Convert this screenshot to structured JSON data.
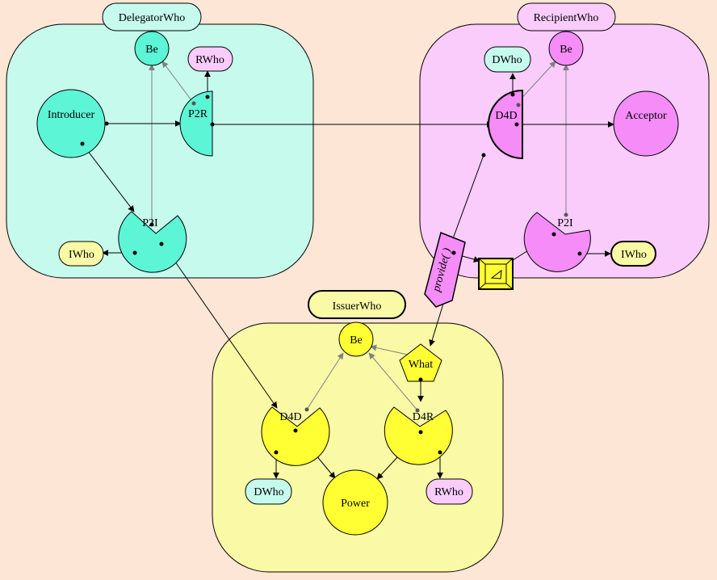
{
  "colors": {
    "background": "#fde6d6",
    "cyan_region": "#c6faec",
    "cyan_node": "#5cf5d6",
    "magenta_region": "#f9ccfb",
    "magenta_node": "#f58cf7",
    "yellow_region": "#fafaa6",
    "yellow_node": "#ffff33",
    "gray_arrow": "#808080"
  },
  "delegator": {
    "title": "DelegatorWho",
    "be": "Be",
    "rwho": "RWho",
    "introducer": "Introducer",
    "p2r": "P2R",
    "p2i": "P2I",
    "iwho": "IWho"
  },
  "recipient": {
    "title": "RecipientWho",
    "dwho": "DWho",
    "be": "Be",
    "d4d": "D4D",
    "acceptor": "Acceptor",
    "p2i": "P2I",
    "iwho": "IWho"
  },
  "issuer": {
    "title": "IssuerWho",
    "be": "Be",
    "what": "What",
    "d4d": "D4D",
    "d4r": "D4R",
    "dwho": "DWho",
    "power": "Power",
    "rwho": "RWho"
  },
  "provide": {
    "label": "provide( )"
  }
}
